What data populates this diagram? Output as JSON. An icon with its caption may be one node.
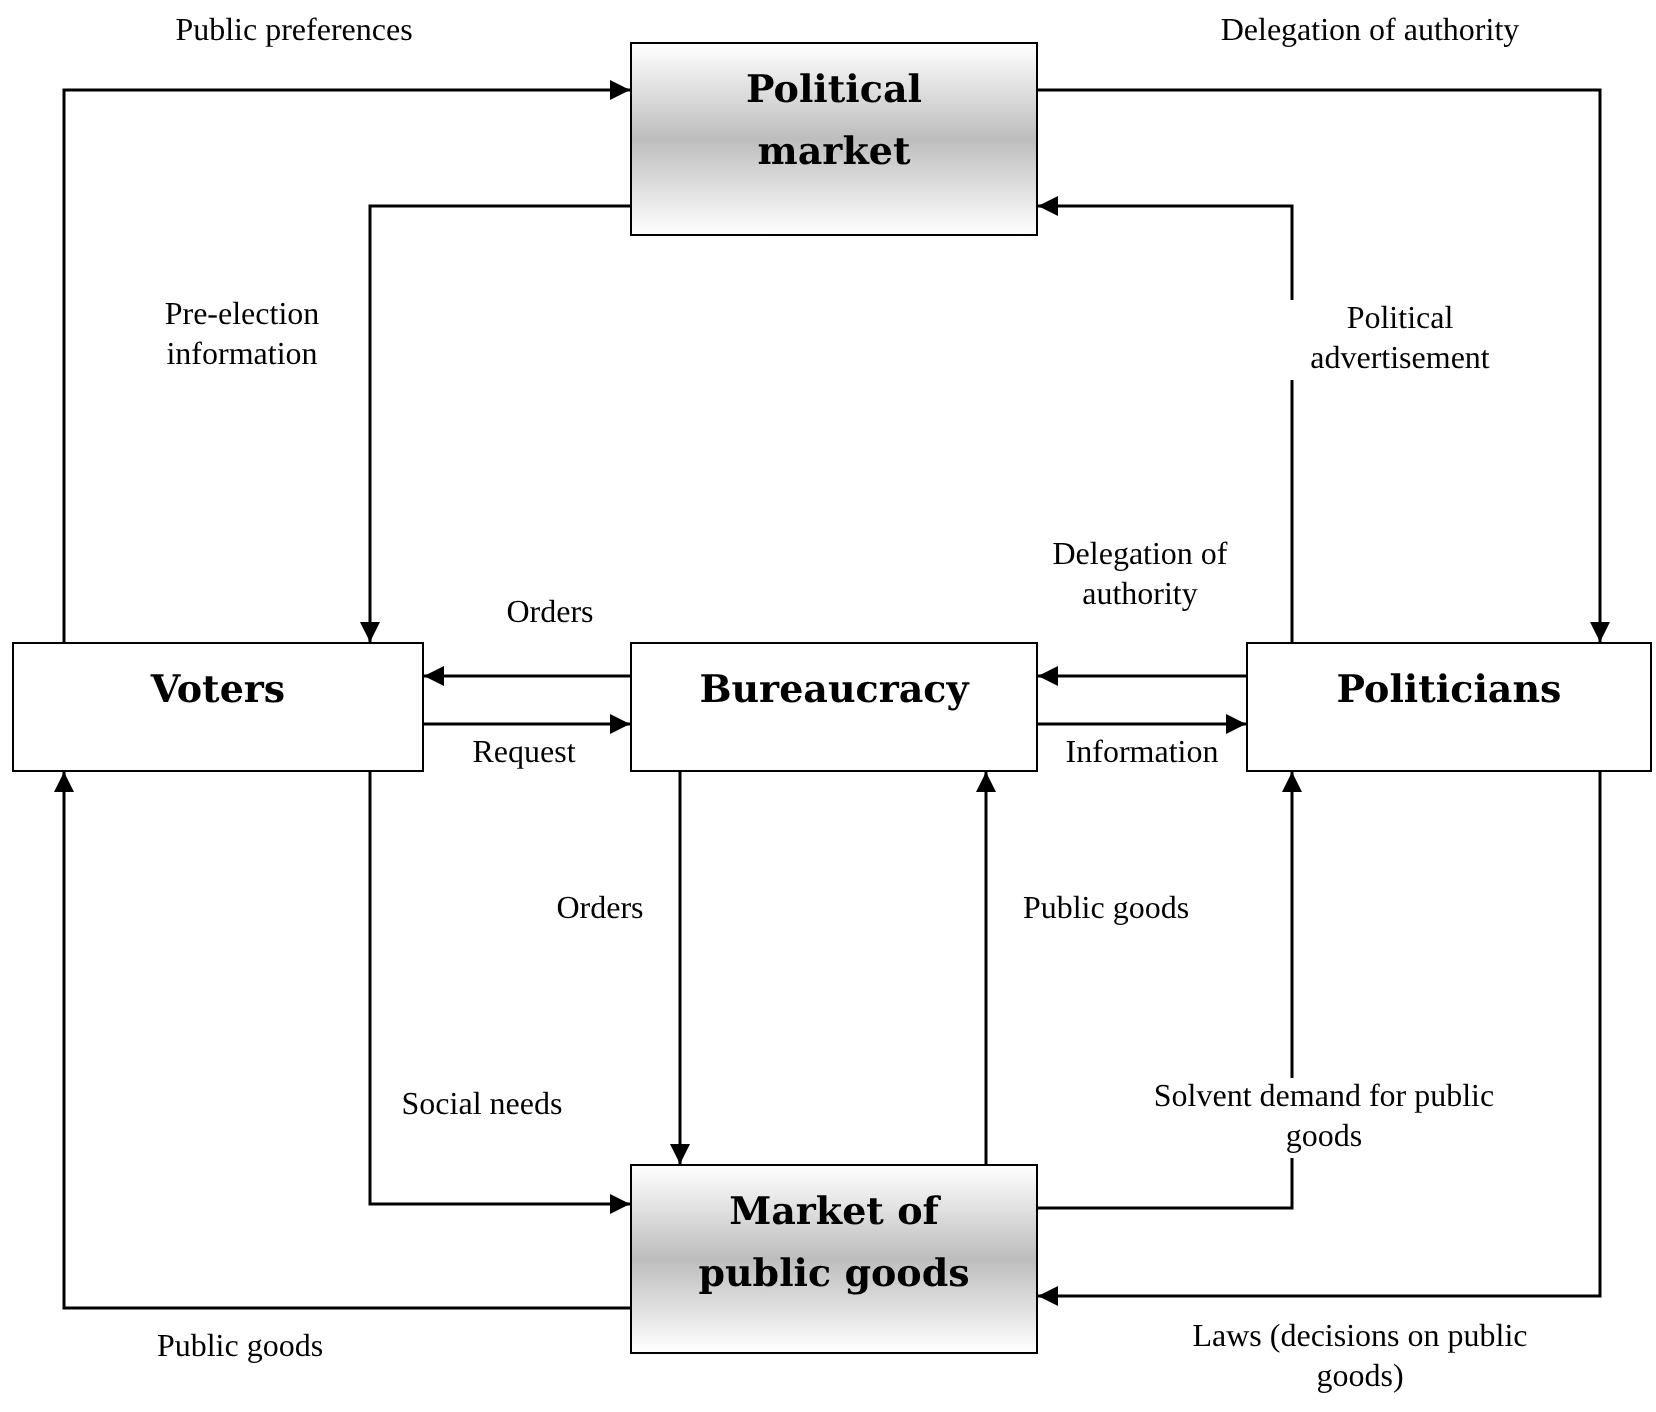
{
  "diagram": {
    "nodes": [
      {
        "text": [
          "Political market"
        ]
      },
      {
        "text": [
          "Voters"
        ]
      },
      {
        "text": [
          "Bureaucracy"
        ]
      },
      {
        "text": [
          "Politicians"
        ]
      },
      {
        "text": [
          "Market of public goods"
        ]
      }
    ],
    "edges": [
      {
        "from": 1,
        "to": 0,
        "arrow": "to",
        "label": "Public preferences"
      },
      {
        "from": 0,
        "to": 3,
        "arrow": "to",
        "label": "Delegation of authority"
      },
      {
        "from": 0,
        "to": 1,
        "arrow": "to",
        "label": "Pre-election information"
      },
      {
        "from": 3,
        "to": 0,
        "arrow": "to",
        "label": "Political advertisement"
      },
      {
        "from": 2,
        "to": 1,
        "arrow": "to",
        "label": "Orders"
      },
      {
        "from": 1,
        "to": 2,
        "arrow": "to",
        "label": "Request"
      },
      {
        "from": 3,
        "to": 2,
        "arrow": "to",
        "label": "Delegation of authority"
      },
      {
        "from": 2,
        "to": 3,
        "arrow": "to",
        "label": "Information"
      },
      {
        "from": 2,
        "to": 4,
        "arrow": "to",
        "label": "Orders"
      },
      {
        "from": 4,
        "to": 2,
        "arrow": "to",
        "label": "Public goods"
      },
      {
        "from": 1,
        "to": 4,
        "arrow": "to",
        "label": "Social needs"
      },
      {
        "from": 4,
        "to": 3,
        "arrow": "to",
        "label": "Solvent demand for public goods"
      },
      {
        "from": 4,
        "to": 1,
        "arrow": "to",
        "label": "Public goods"
      },
      {
        "from": 3,
        "to": 4,
        "arrow": "to",
        "label": "Laws (decisions on public goods)"
      }
    ]
  }
}
